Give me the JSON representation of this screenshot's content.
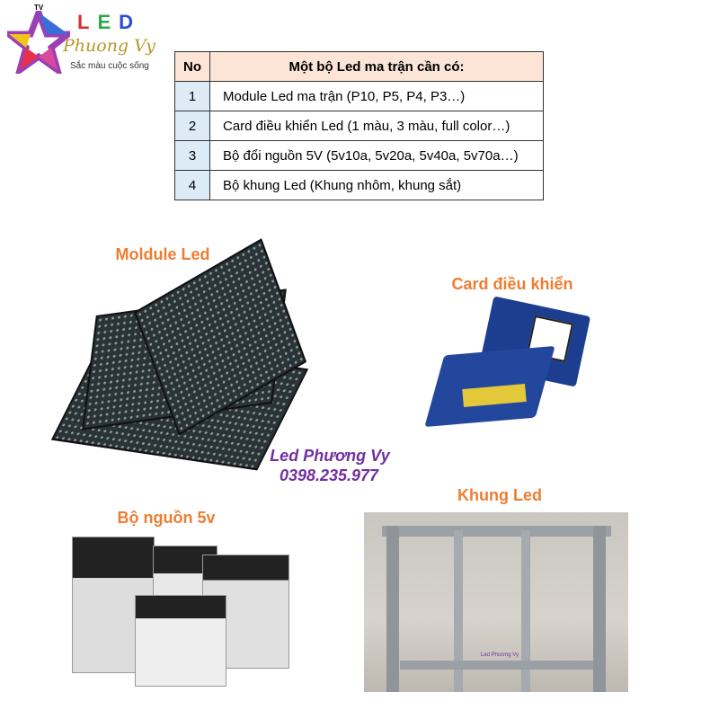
{
  "logo": {
    "tv": "TV",
    "led_letters": [
      "L",
      "E",
      "D"
    ],
    "brand": "Phuong Vy",
    "slogan": "Sắc màu cuộc sống"
  },
  "table": {
    "headers": [
      "No",
      "Một bộ Led ma trận cần có:"
    ],
    "rows": [
      {
        "no": "1",
        "item": "Module Led ma trận (P10, P5, P4, P3…)"
      },
      {
        "no": "2",
        "item": "Card điều khiển Led (1 màu, 3 màu, full color…)"
      },
      {
        "no": "3",
        "item": "Bộ đổi nguồn 5V (5v10a, 5v20a, 5v40a, 5v70a…)"
      },
      {
        "no": "4",
        "item": "Bộ khung Led (Khung nhôm, khung sắt)"
      }
    ]
  },
  "captions": {
    "module": "Moldule Led",
    "card": "Card điều khiển",
    "power": "Bộ nguồn 5v",
    "frame": "Khung Led"
  },
  "watermark": {
    "name": "Led Phương Vy",
    "phone": "0398.235.977"
  },
  "frame_watermark": "Led Phương Vy",
  "colors": {
    "caption": "#ed7d31",
    "watermark": "#7030a0",
    "header_bg": "#fce4d6",
    "no_bg": "#ddebf7"
  }
}
